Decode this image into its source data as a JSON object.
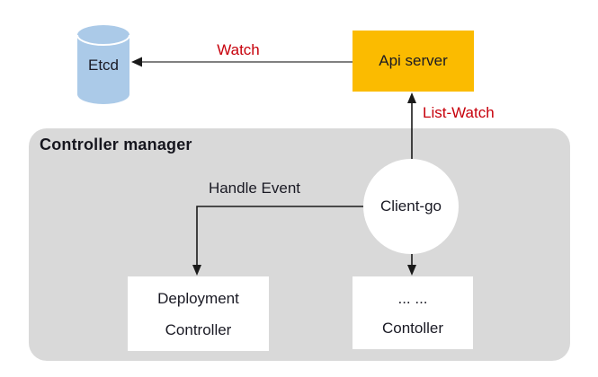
{
  "diagram": {
    "container": {
      "title": "Controller manager"
    },
    "nodes": {
      "etcd": {
        "label": "Etcd",
        "shape": "cylinder"
      },
      "api_server": {
        "label": "Api server",
        "shape": "rect"
      },
      "client_go": {
        "label": "Client-go",
        "shape": "circle"
      },
      "deployment_controller": {
        "line1": "Deployment",
        "line2": "Controller",
        "shape": "rect"
      },
      "other_controller": {
        "line1": "... ...",
        "line2": "Contoller",
        "shape": "rect"
      }
    },
    "edges": {
      "watch": {
        "label": "Watch",
        "from": "api_server",
        "to": "etcd"
      },
      "list_watch": {
        "label": "List-Watch",
        "from": "client_go",
        "to": "api_server"
      },
      "handle_event": {
        "label": "Handle Event",
        "from": "client_go",
        "to": "deployment_controller"
      },
      "client_to_other": {
        "label": "",
        "from": "client_go",
        "to": "other_controller"
      }
    },
    "colors": {
      "api_server_fill": "#fbbb00",
      "etcd_fill": "#abcae8",
      "etcd_lid_stroke": "#ffffff",
      "container_fill": "#d9d9d9",
      "node_fill_white": "#ffffff",
      "edge_label_red": "#c7000b",
      "text": "#1a1a24",
      "watch_line_gray": "#808080",
      "line_black": "#1a1a1a"
    }
  }
}
